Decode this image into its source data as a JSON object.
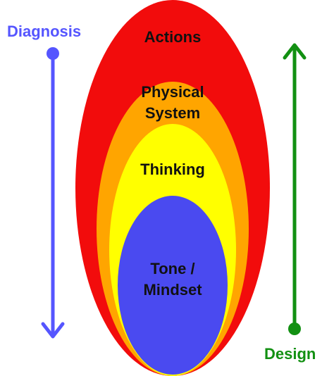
{
  "colors": {
    "actions": "#f20c0c",
    "physical_system": "#ffa500",
    "thinking": "#ffff00",
    "tone_mindset": "#4a4af0",
    "diagnosis": "#5555ff",
    "design": "#129012"
  },
  "layers": {
    "actions": "Actions",
    "physical_system": {
      "line1": "Physical",
      "line2": "System"
    },
    "thinking": "Thinking",
    "tone_mindset": {
      "line1": "Tone /",
      "line2": "Mindset"
    }
  },
  "diagnosis": {
    "label": "Diagnosis",
    "direction": "down"
  },
  "design": {
    "label": "Design",
    "direction": "up"
  }
}
